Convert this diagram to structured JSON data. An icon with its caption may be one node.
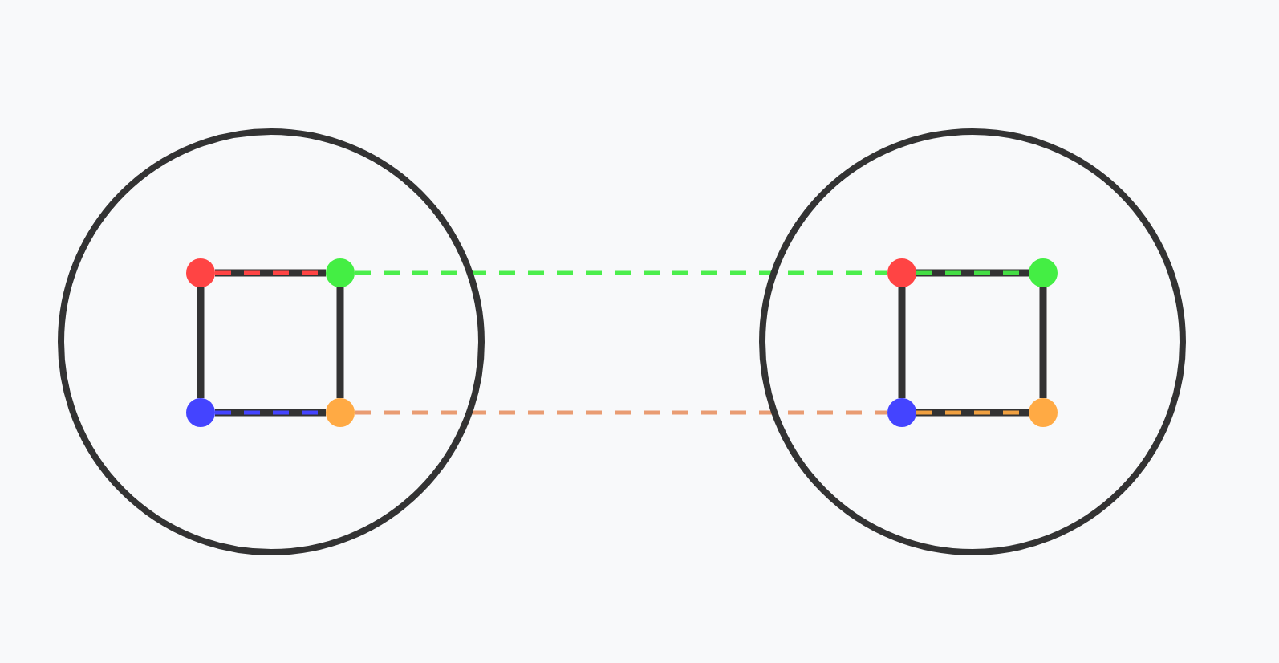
{
  "diagram": {
    "nodes": [
      {
        "text": [],
        "shape": "circle"
      },
      {
        "text": [],
        "shape": "circle",
        "in": 0
      },
      {
        "text": [],
        "shape": "circle",
        "in": 0
      },
      {
        "text": [],
        "shape": "circle",
        "in": 0
      },
      {
        "text": [],
        "shape": "circle",
        "in": 0
      },
      {
        "text": [],
        "shape": "circle"
      },
      {
        "text": [],
        "shape": "circle",
        "in": 5
      },
      {
        "text": [],
        "shape": "circle",
        "in": 5
      },
      {
        "text": [],
        "shape": "circle",
        "in": 5
      },
      {
        "text": [],
        "shape": "circle",
        "in": 5
      }
    ],
    "edges": [
      {
        "from": 1,
        "to": 2,
        "arrow": "none"
      },
      {
        "from": 2,
        "to": 4,
        "arrow": "none"
      },
      {
        "from": 3,
        "to": 4,
        "arrow": "none"
      },
      {
        "from": 1,
        "to": 3,
        "arrow": "none"
      },
      {
        "from": 1,
        "to": 2,
        "arrow": "none",
        "style": "dashed",
        "color": "#ff4444"
      },
      {
        "from": 3,
        "to": 4,
        "arrow": "none",
        "style": "dashed",
        "color": "#4444ff"
      },
      {
        "from": 6,
        "to": 7,
        "arrow": "none"
      },
      {
        "from": 7,
        "to": 9,
        "arrow": "none"
      },
      {
        "from": 8,
        "to": 9,
        "arrow": "none"
      },
      {
        "from": 6,
        "to": 8,
        "arrow": "none"
      },
      {
        "from": 2,
        "to": 6,
        "arrow": "none",
        "style": "dashed",
        "color": "#4cee4c"
      },
      {
        "from": 6,
        "to": 7,
        "arrow": "none",
        "style": "dashed",
        "color": "#44dd44"
      },
      {
        "from": 4,
        "to": 8,
        "arrow": "none",
        "style": "dashed",
        "color": "#e99c72"
      },
      {
        "from": 8,
        "to": 9,
        "arrow": "none",
        "style": "dashed",
        "color": "#f0a040"
      }
    ]
  }
}
